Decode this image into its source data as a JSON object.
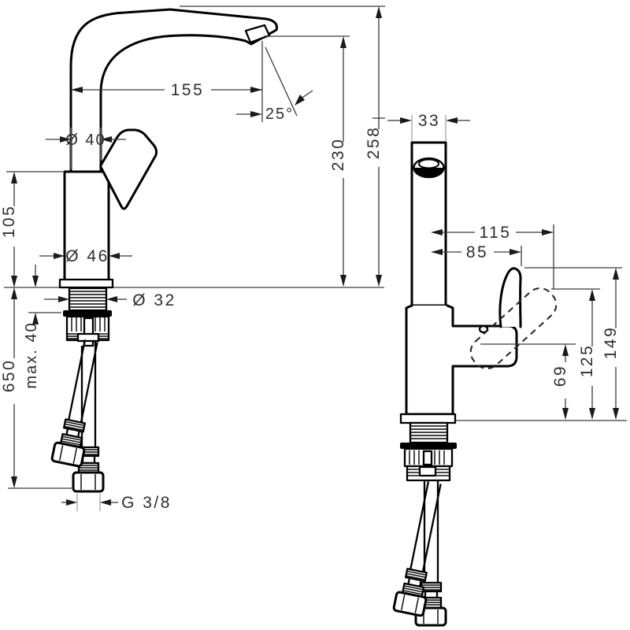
{
  "drawing_title": "Single-lever basin mixer technical dimension drawing",
  "colors": {
    "background": "#ffffff",
    "outline": "#000000",
    "dimension": "#3a3a3a"
  },
  "dimensions": {
    "spout_reach": "155",
    "spout_angle": "25°",
    "spout_tube_diameter": "Ø 40",
    "body_height": "105",
    "body_diameter": "Ø 46",
    "shank_diameter": "Ø 32",
    "max_mounting_thickness": "max. 40",
    "hose_length": "650",
    "hose_thread": "G 3/8",
    "outlet_height": "230",
    "overall_height": "258",
    "spout_width": "33",
    "handle_tip_reach": "115",
    "handle_body_reach": "85",
    "handle_top_height": "149",
    "handle_open_height": "125",
    "handle_pivot_height": "69"
  }
}
